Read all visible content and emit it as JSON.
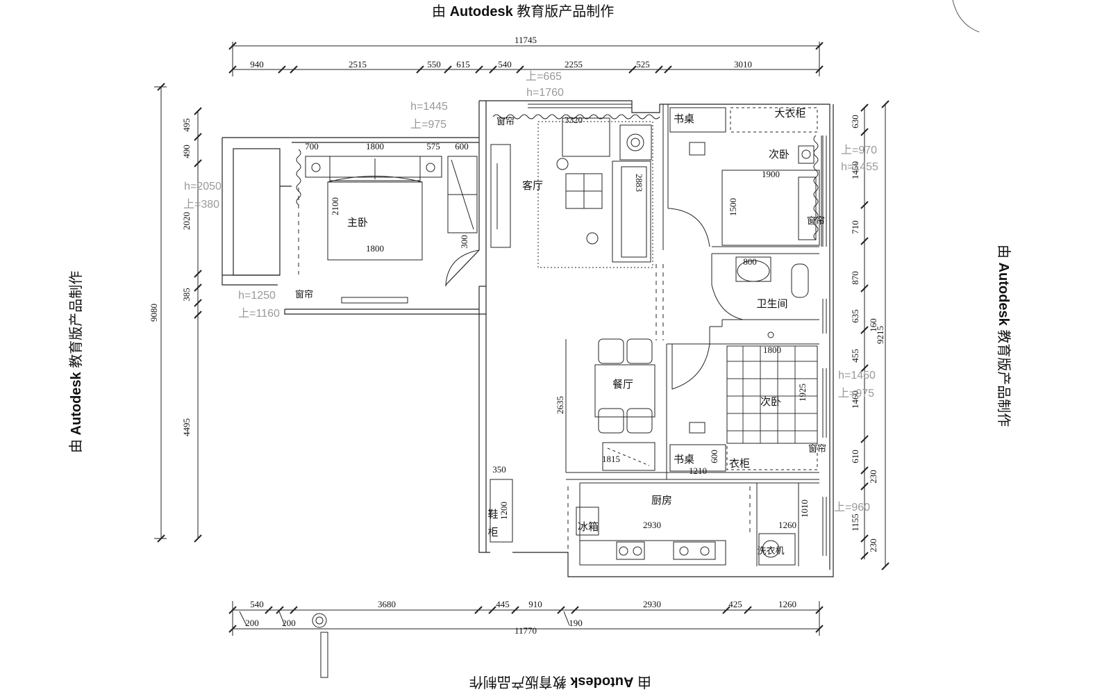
{
  "watermark": {
    "prefix": "由",
    "brand": "Autodesk",
    "suffix": "教育版产品制作"
  },
  "dims": {
    "top_total": "11745",
    "top": [
      "940",
      "2515",
      "550",
      "615",
      "540",
      "2255",
      "525",
      "3010"
    ],
    "bottom": [
      "540",
      "3680",
      "445",
      "910",
      "2930",
      "425",
      "1260"
    ],
    "bottom_total": "11770",
    "bottom_small": [
      "200",
      "200",
      "190"
    ],
    "left_total": "9080",
    "left": [
      "495",
      "490",
      "2020",
      "385",
      "4495"
    ],
    "right": [
      "630",
      "1450",
      "710",
      "870",
      "635",
      "455",
      "1460",
      "610",
      "1155"
    ],
    "right_extra": [
      "160",
      "9215",
      "230",
      "230"
    ],
    "interior": {
      "master_top": [
        "700",
        "1800",
        "575",
        "600"
      ],
      "bed_master_w": "1800",
      "bed_master_h": "2100",
      "wardrobe_master": "300",
      "living_w": "3320",
      "sofa": "2883",
      "second_bed_w": "1900",
      "second_bed_h": "1500",
      "basin": "800",
      "bed3_w": "1800",
      "bed3_h": "1925",
      "dining_h": "2635",
      "sideboard": "1815",
      "desk2": "1210",
      "desk2_d": "600",
      "shoe_w": "350",
      "shoe_h": "1200",
      "counter": "2930",
      "laundry_w": "1260",
      "laundry_h": "1010"
    }
  },
  "rooms": {
    "master": "主卧",
    "living": "客厅",
    "second": "次卧",
    "bath": "卫生间",
    "dining": "餐厅",
    "third": "次卧",
    "kitchen": "厨房"
  },
  "furniture": {
    "desk": "书桌",
    "big_wardrobe": "大衣柜",
    "wardrobe": "衣柜",
    "fridge": "冰箱",
    "shoe_cabinet_1": "鞋",
    "shoe_cabinet_2": "柜",
    "washer": "洗衣机",
    "curtain": "窗帘"
  },
  "window_notes": {
    "a1": "h=1445",
    "a2": "上=975",
    "b1": "上=665",
    "b2": "h=1760",
    "c1": "h=2050",
    "c2": "上=380",
    "d1": "h=1250",
    "d2": "上=1160",
    "e1": "上=970",
    "e2": "h=1455",
    "f1": "h=1450",
    "f2": "上=975",
    "g1": "上=960"
  }
}
